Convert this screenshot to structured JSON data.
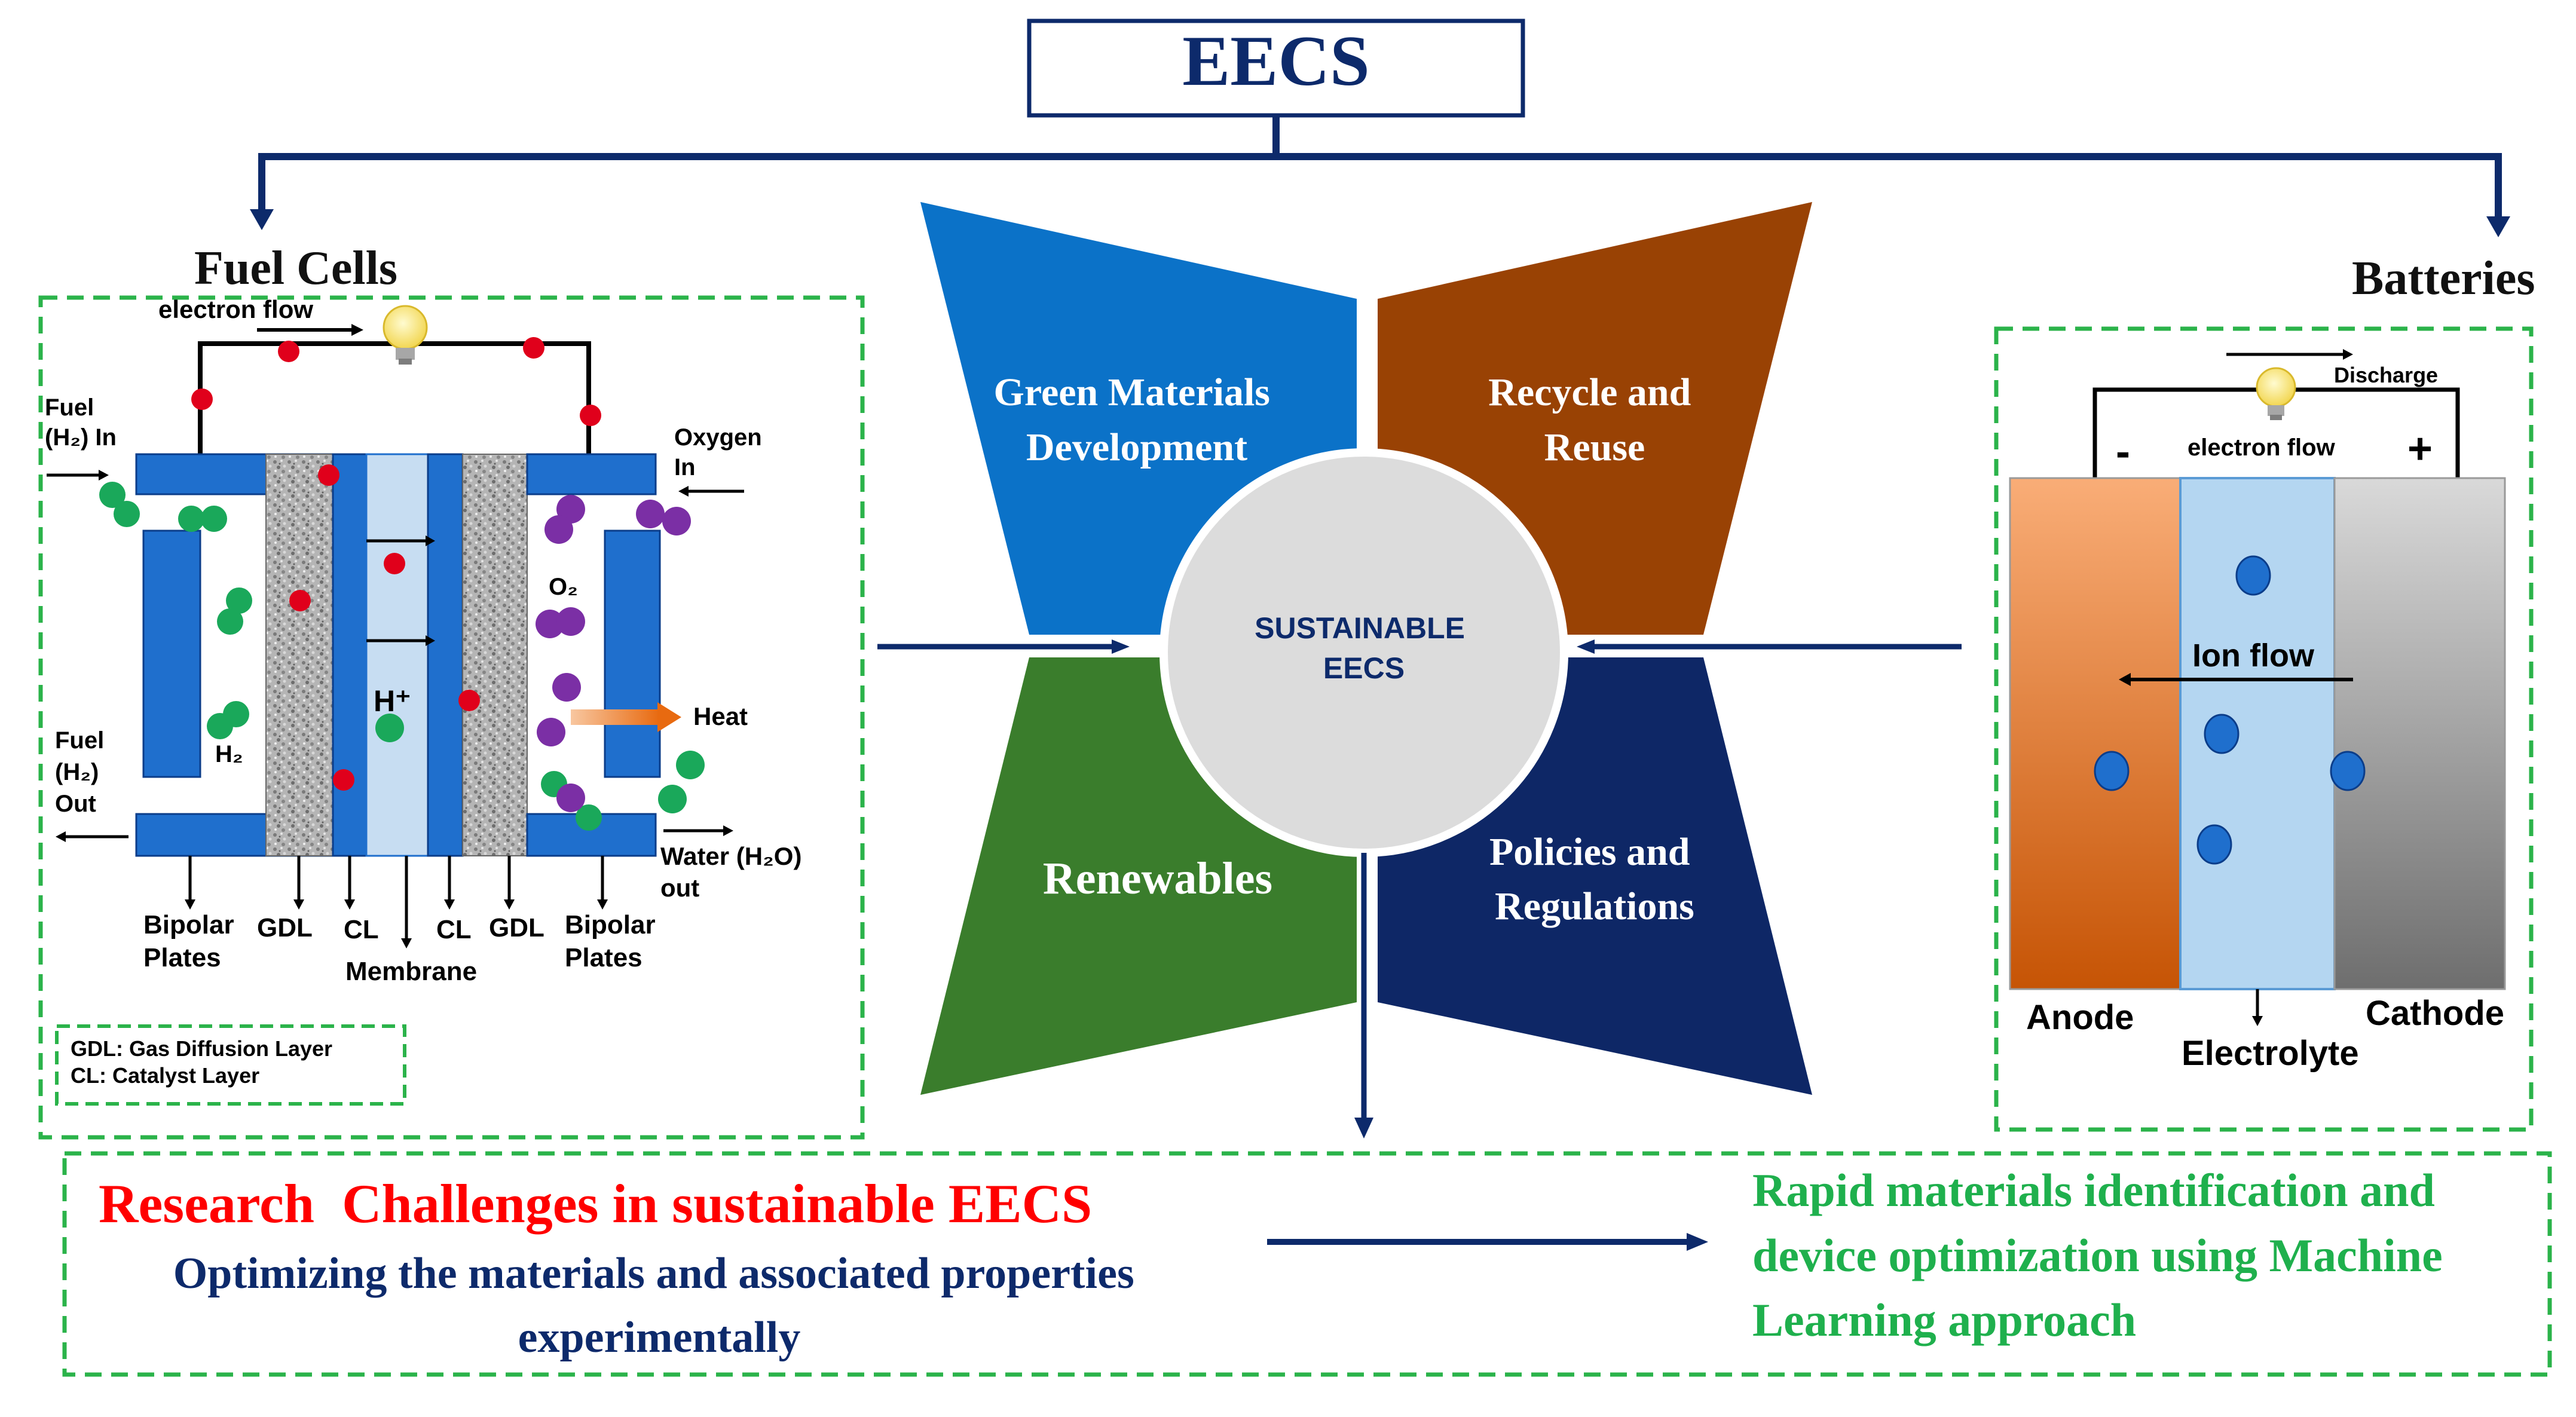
{
  "title": "EECS",
  "fuel_cells": {
    "title": "Fuel Cells",
    "electron_flow": "electron flow",
    "fuel_in": [
      "Fuel",
      "(H₂) In"
    ],
    "oxygen_in": [
      "Oxygen",
      "In"
    ],
    "o2": "O₂",
    "h_plus": "H⁺",
    "h2": "H₂",
    "heat": "Heat",
    "fuel_out": [
      "Fuel",
      "(H₂)",
      "Out"
    ],
    "water_out": [
      "Water (H₂O)",
      "out"
    ],
    "bipolar_left": [
      "Bipolar",
      "Plates"
    ],
    "gdl_left": "GDL",
    "cl_left": "CL",
    "membrane": "Membrane",
    "cl_right": "CL",
    "gdl_right": "GDL",
    "bipolar_right": [
      "Bipolar",
      "Plates"
    ],
    "legend": [
      "GDL: Gas Diffusion Layer",
      "CL: Catalyst Layer"
    ]
  },
  "center": {
    "green_materials": [
      "Green Materials",
      "Development"
    ],
    "recycle": [
      "Recycle and",
      "Reuse"
    ],
    "renewables": "Renewables",
    "policies": [
      "Policies and",
      "Regulations"
    ],
    "sustainable": [
      "SUSTAINABLE",
      "EECS"
    ]
  },
  "batteries": {
    "title": "Batteries",
    "discharge": "Discharge",
    "electron_flow": "electron flow",
    "minus": "-",
    "plus": "+",
    "ion_flow": "Ion flow",
    "anode": "Anode",
    "electrolyte": "Electrolyte",
    "cathode": "Cathode"
  },
  "bottom": {
    "research": "Research  Challenges in sustainable EECS",
    "optimizing": [
      "Optimizing the materials and associated properties",
      "experimentally"
    ],
    "ml": [
      "Rapid materials identification and",
      "device optimization using Machine",
      "Learning approach"
    ]
  },
  "colors": {
    "navy": "#0d2a6b",
    "plate_blue": "#1f6fcd",
    "electron_red": "#e0001b",
    "h2_green": "#1aa85a",
    "o2_purple": "#7b2fa5",
    "quad_blue": "#0b72c8",
    "quad_brown": "#994204",
    "quad_green": "#3a7d2c",
    "quad_navy": "#0e2766",
    "dashed_green": "#2bb34a",
    "red_text": "#ff0000",
    "ml_green": "#1fb04d"
  }
}
